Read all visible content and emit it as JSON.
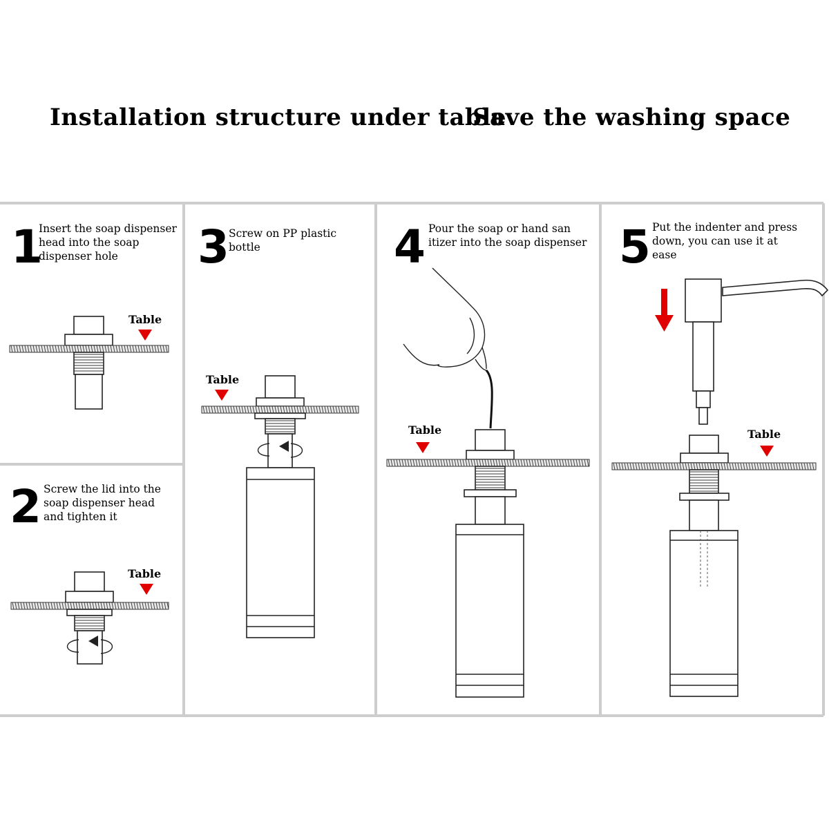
{
  "title": {
    "left": "Installation structure under table",
    "right": "Save the washing space"
  },
  "colors": {
    "marker": "#e00000",
    "divider": "#cdcdcd",
    "line": "#222222"
  },
  "steps": [
    {
      "number": "1",
      "lines": [
        "Insert the soap dispenser",
        "head into the soap",
        "dispenser hole"
      ],
      "table_label": "Table"
    },
    {
      "number": "2",
      "lines": [
        "Screw the lid into the",
        "soap dispenser head",
        "and tighten it"
      ],
      "table_label": "Table"
    },
    {
      "number": "3",
      "lines": [
        "Screw on PP plastic",
        "bottle"
      ],
      "table_label": "Table"
    },
    {
      "number": "4",
      "lines": [
        "Pour the soap or hand san",
        "itizer into the soap dispenser"
      ],
      "table_label": "Table"
    },
    {
      "number": "5",
      "lines": [
        "Put the indenter and press",
        "down, you can use it at",
        "ease"
      ],
      "table_label": "Table"
    }
  ]
}
